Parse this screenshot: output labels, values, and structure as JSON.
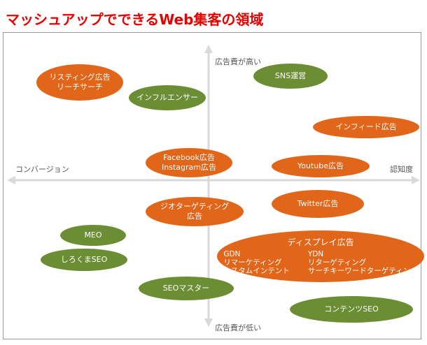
{
  "title": "マッシュアップでできるWeb集客の領域",
  "axes": {
    "top": "広告費が高い",
    "bottom": "広告費が低い",
    "left": "コンバージョン",
    "right": "認知度"
  },
  "colors": {
    "orange": "#e2661a",
    "green": "#6b8e35",
    "title": "#e60000",
    "axis": "#d9d9d9"
  },
  "items": {
    "listing": {
      "line1": "リスティング広告",
      "line2": "リーチサーチ",
      "color": "orange"
    },
    "influencer": {
      "label": "インフルエンサー",
      "color": "green"
    },
    "sns": {
      "label": "SNS運営",
      "color": "green"
    },
    "infeed": {
      "label": "インフィード広告",
      "color": "orange"
    },
    "facebook": {
      "line1": "Facebook広告",
      "line2": "Instagram広告",
      "color": "orange"
    },
    "youtube": {
      "label": "Youtube広告",
      "color": "orange"
    },
    "geo": {
      "line1": "ジオターゲティング",
      "line2": "広告",
      "color": "orange"
    },
    "twitter": {
      "label": "Twitter広告",
      "color": "orange"
    },
    "meo": {
      "label": "MEO",
      "color": "green"
    },
    "shirokuma": {
      "label": "しろくまSEO",
      "color": "green"
    },
    "display": {
      "title": "ディスプレイ広告",
      "left": [
        "GDN",
        "リマーケティング",
        "カスタムインテント"
      ],
      "right": [
        "YDN",
        "リターゲティング",
        "サーチキーワードターゲティング"
      ],
      "color": "orange"
    },
    "seomaster": {
      "label": "SEOマスター",
      "color": "green"
    },
    "contents": {
      "label": "コンテンツSEO",
      "color": "green"
    }
  }
}
